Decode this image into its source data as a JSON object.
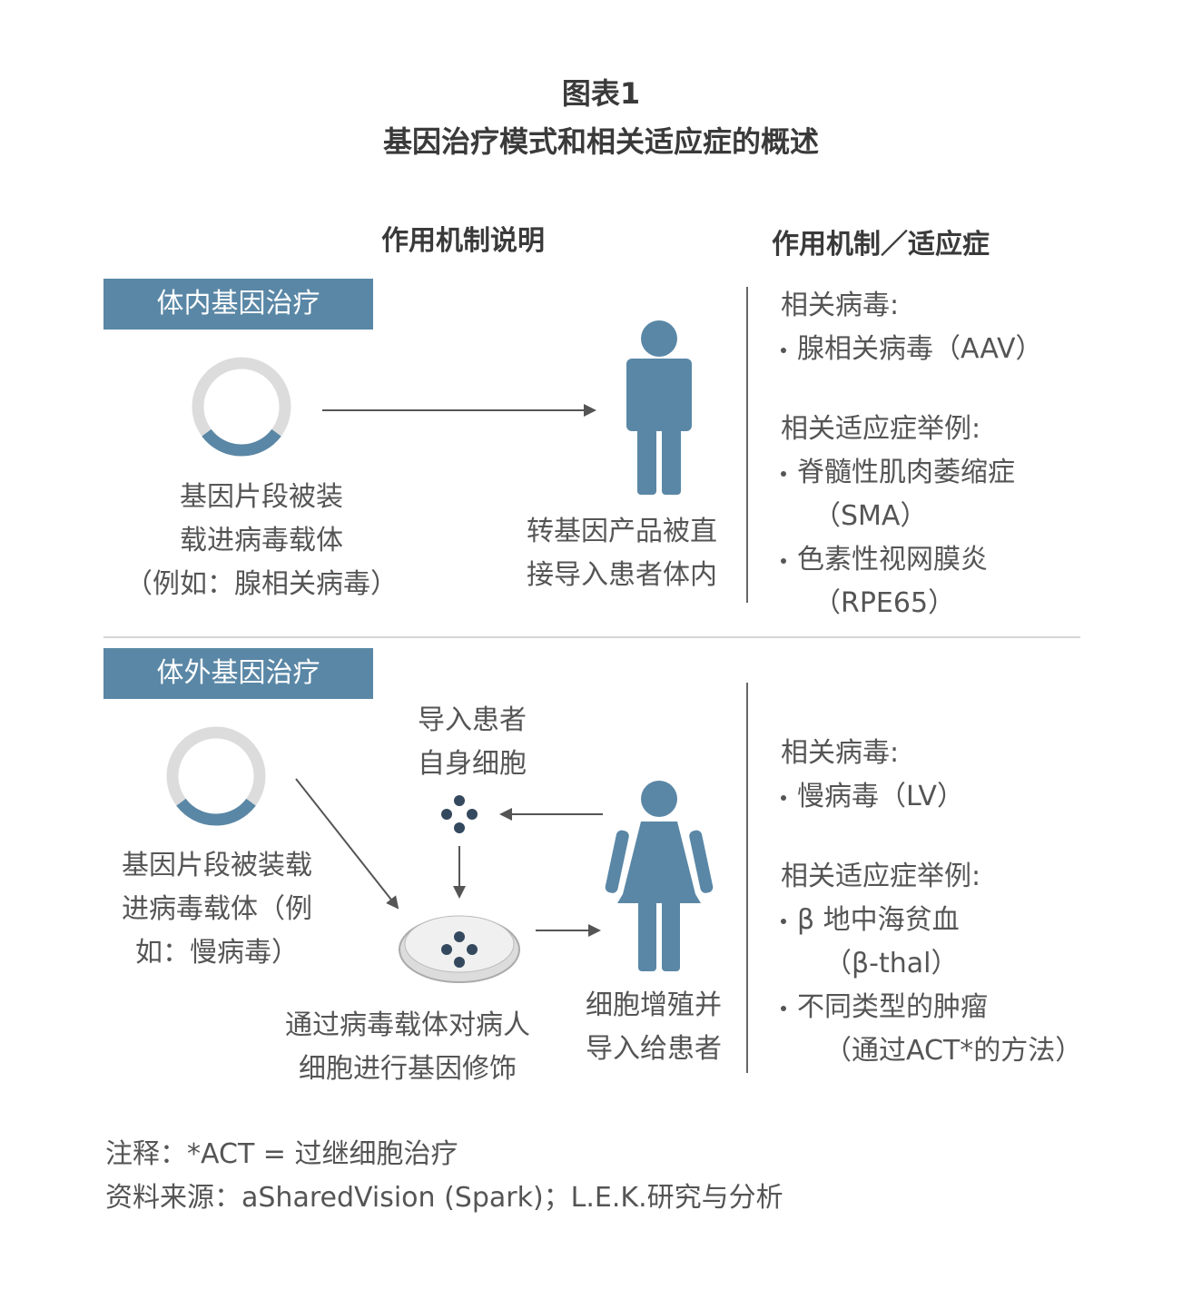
{
  "title": {
    "line1": "图表1",
    "line2": "基因治疗模式和相关适应症的概述"
  },
  "columns": {
    "left": "作用机制说明",
    "right": "作用机制／适应症"
  },
  "in_vivo": {
    "badge": "体内基因治疗",
    "vector_caption": [
      "基因片段被装",
      "载进病毒载体",
      "（例如：腺相关病毒）"
    ],
    "patient_caption": [
      "转基因产品被直",
      "接导入患者体内"
    ],
    "right": {
      "virus_heading": "相关病毒:",
      "virus_items": [
        "腺相关病毒（AAV）"
      ],
      "indication_heading": "相关适应症举例:",
      "indication_1": "脊髓性肌肉萎缩症",
      "indication_1_sub": "（SMA）",
      "indication_2": "色素性视网膜炎",
      "indication_2_sub": "（RPE65）"
    }
  },
  "ex_vivo": {
    "badge": "体外基因治疗",
    "cells_caption": [
      "导入患者",
      "自身细胞"
    ],
    "vector_caption": [
      "基因片段被装载",
      "进病毒载体（例",
      "如：慢病毒）"
    ],
    "dish_caption": [
      "通过病毒载体对病人",
      "细胞进行基因修饰"
    ],
    "patient_caption": [
      "细胞增殖并",
      "导入给患者"
    ],
    "right": {
      "virus_heading": "相关病毒:",
      "virus_items": [
        "慢病毒（LV）"
      ],
      "indication_heading": "相关适应症举例:",
      "indication_1": "β 地中海贫血",
      "indication_1_sub": "（β-thal）",
      "indication_2": "不同类型的肿瘤",
      "indication_2_sub": "（通过ACT*的方法）"
    }
  },
  "footer": {
    "note": "注释：*ACT = 过继细胞治疗",
    "source": "资料来源：aSharedVision (Spark)；L.E.K.研究与分析"
  },
  "colors": {
    "accent": "#5a87a6",
    "ring": "#dcdcdc",
    "text": "#555555",
    "arrow": "#555555",
    "cell_dot": "#34495e"
  },
  "icons": {
    "vector": "viral-vector-ring-icon",
    "patient_male": "male-patient-icon",
    "patient_female": "female-patient-icon",
    "cells": "cells-icon",
    "dish": "petri-dish-icon"
  }
}
